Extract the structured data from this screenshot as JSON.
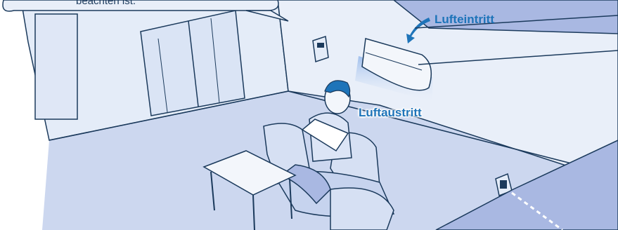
{
  "labels": {
    "air_intake": "Lufteintritt",
    "air_outlet": "Luftaustritt"
  },
  "callout": {
    "visible_text": "beachten ist."
  },
  "colors": {
    "wall": "#e4ecf8",
    "floor": "#ccd7ef",
    "accent": "#1e74b9",
    "outline": "#1b3a5c",
    "ceiling": "#a9b8e2"
  },
  "icons": [
    "air-intake-arrow-icon",
    "wall-thermostat-icon",
    "air-conditioner-unit",
    "remote-sensor-icon"
  ]
}
